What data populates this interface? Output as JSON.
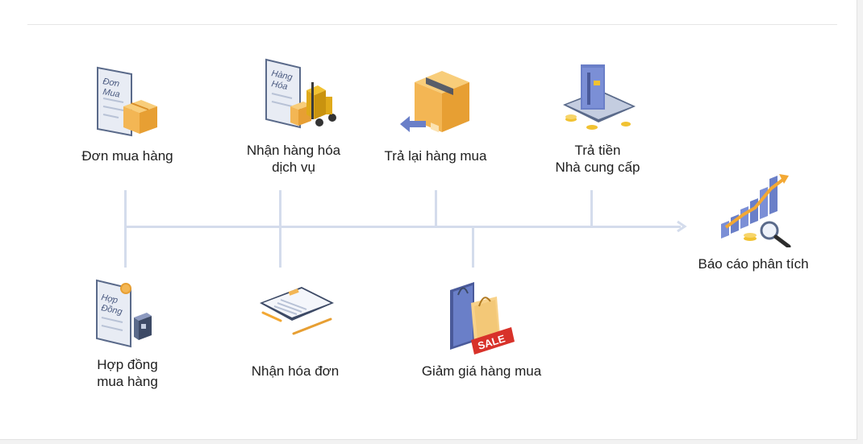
{
  "steps_top": [
    {
      "label": "Đơn mua hàng",
      "icon": "purchase-order-icon"
    },
    {
      "label": "Nhận hàng hóa\ndịch vụ",
      "icon": "goods-forklift-icon"
    },
    {
      "label": "Trả lại hàng mua",
      "icon": "return-box-icon"
    },
    {
      "label": "Trả tiền\nNhà cung cấp",
      "icon": "card-payment-icon"
    }
  ],
  "steps_bottom": [
    {
      "label": "Hợp đồng\nmua hàng",
      "icon": "contract-icon"
    },
    {
      "label": "Nhận hóa đơn",
      "icon": "invoice-icon"
    },
    {
      "label": "Giảm giá hàng mua",
      "icon": "sale-bags-icon"
    }
  ],
  "end_step": {
    "label": "Báo cáo phân tích",
    "icon": "analytics-chart-icon"
  },
  "icon_text": {
    "order_doc": [
      "Đơn",
      "Mua"
    ],
    "goods_doc": [
      "Hàng",
      "Hóa"
    ],
    "contract_doc": [
      "Hợp",
      "Đồng"
    ],
    "sale": "SALE"
  },
  "colors": {
    "line": "#d4dcec",
    "text": "#1e1e1e",
    "box": "#f3b654",
    "doc": "#e8ecf4",
    "doc_border": "#5a6a8a",
    "accent_blue": "#6a7fc8",
    "sale_red": "#d8322a"
  }
}
